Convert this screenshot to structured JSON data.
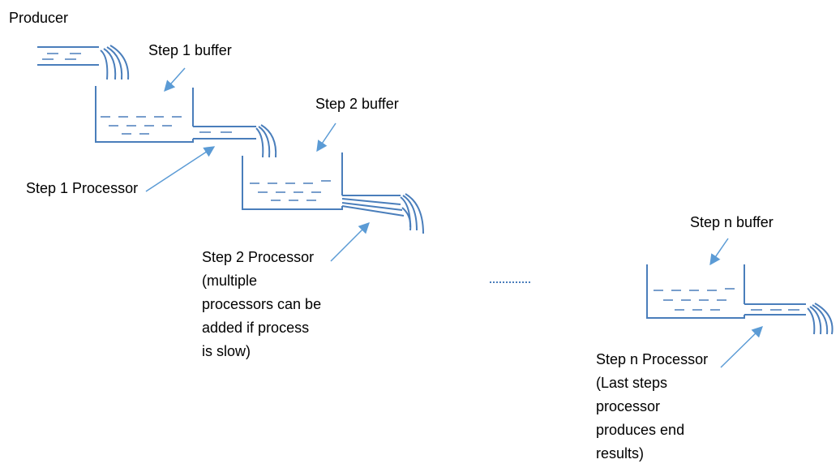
{
  "labels": {
    "producer": "Producer",
    "step1_buffer": "Step 1 buffer",
    "step2_buffer": "Step 2 buffer",
    "step1_processor": "Step 1 Processor",
    "step2_processor": [
      "Step 2 Processor",
      "(multiple",
      "processors can be",
      "added if process",
      "is slow)"
    ],
    "stepn_buffer": "Step n buffer",
    "stepn_processor": [
      "Step n Processor",
      "(Last steps",
      "processor",
      "produces end",
      "results)"
    ]
  },
  "colors": {
    "diagram_stroke": "#4a7ebb",
    "arrow": "#5b9bd5",
    "text": "#000000"
  }
}
